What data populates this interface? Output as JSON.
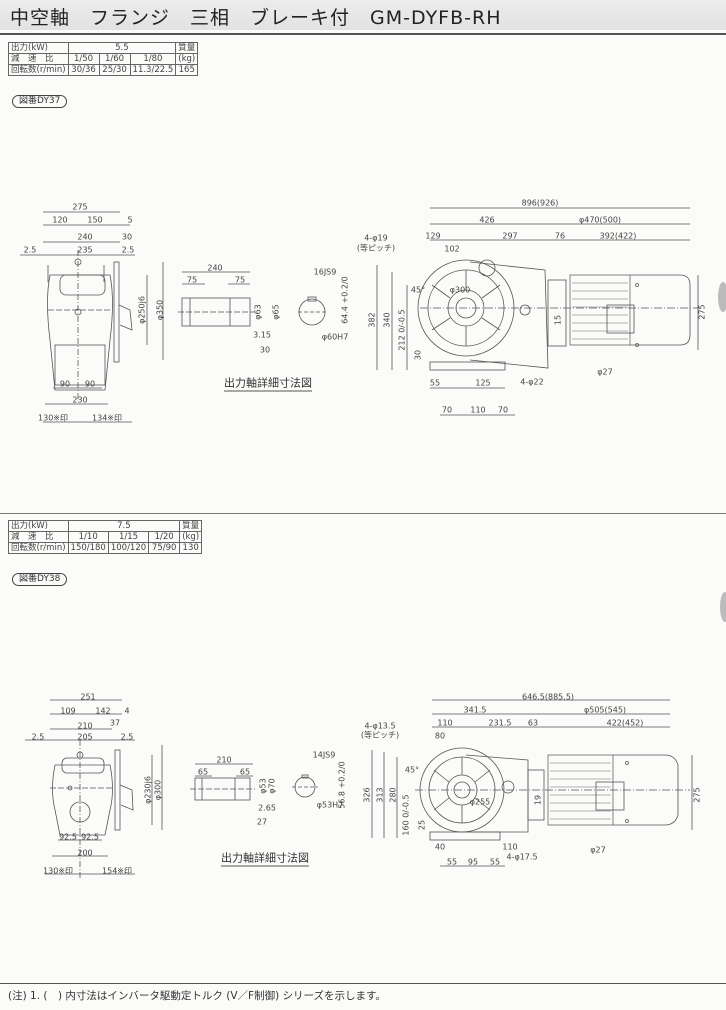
{
  "title": "中空軸　フランジ　三相　ブレーキ付　GM-DYFB-RH",
  "spec1": {
    "row_output_label": "出力(kW)",
    "output": "5.5",
    "mass_label": "質量",
    "row_ratio_label": "減　速　比",
    "ratios": [
      "1/50",
      "1/60",
      "1/80"
    ],
    "mass_unit": "(kg)",
    "row_speed_label": "回転数(r/min)",
    "speeds": [
      "30/36",
      "25/30",
      "11.3/22.5"
    ],
    "mass": "165"
  },
  "figure1": "図番DY37",
  "spec2": {
    "row_output_label": "出力(kW)",
    "output": "7.5",
    "mass_label": "質量",
    "row_ratio_label": "減　速　比",
    "ratios": [
      "1/10",
      "1/15",
      "1/20"
    ],
    "mass_unit": "(kg)",
    "row_speed_label": "回転数(r/min)",
    "speeds": [
      "150/180",
      "100/120",
      "75/90"
    ],
    "mass": "130"
  },
  "figure2": "図番DY38",
  "caption": "出力軸詳細寸法図",
  "dims1": [
    "275",
    "120",
    "150",
    "5",
    "240",
    "30",
    "2.5",
    "235",
    "2.5",
    "φ250j6",
    "φ350",
    "90",
    "90",
    "230",
    "130※印",
    "134※印",
    "240",
    "75",
    "75",
    "φ63",
    "φ65",
    "3.15",
    "30",
    "16JS9",
    "64.4 +0.2/0",
    "φ60H7"
  ],
  "dims2": [
    "896(926)",
    "426",
    "φ470(500)",
    "129",
    "297",
    "76",
    "392(422)",
    "4-φ19",
    "(等ピッチ)",
    "102",
    "45°",
    "φ300",
    "382",
    "340",
    "212 0/-0.5",
    "30",
    "15",
    "275",
    "55",
    "125",
    "4-φ22",
    "70",
    "110",
    "70",
    "φ27"
  ],
  "dims3": [
    "251",
    "109",
    "142",
    "4",
    "210",
    "37",
    "2.5",
    "205",
    "2.5",
    "φ230j6",
    "φ300",
    "92.5",
    "92.5",
    "200",
    "130※印",
    "154※印",
    "210",
    "65",
    "65",
    "φ53",
    "φ70",
    "2.65",
    "27",
    "14JS9",
    "56.8 +0.2/0",
    "φ53H7"
  ],
  "dims4": [
    "646.5(885.5)",
    "341.5",
    "φ505(545)",
    "110",
    "231.5",
    "63",
    "422(452)",
    "4-φ13.5",
    "(等ピッチ)",
    "80",
    "45°",
    "326",
    "313",
    "280",
    "160 0/-0.5",
    "25",
    "19",
    "φ255",
    "275",
    "40",
    "110",
    "4-φ17.5",
    "55",
    "95",
    "55",
    "φ27"
  ],
  "note": "(注) 1. (　) 内寸法はインバータ駆動定トルク (V／F制御) シリーズを示します。"
}
